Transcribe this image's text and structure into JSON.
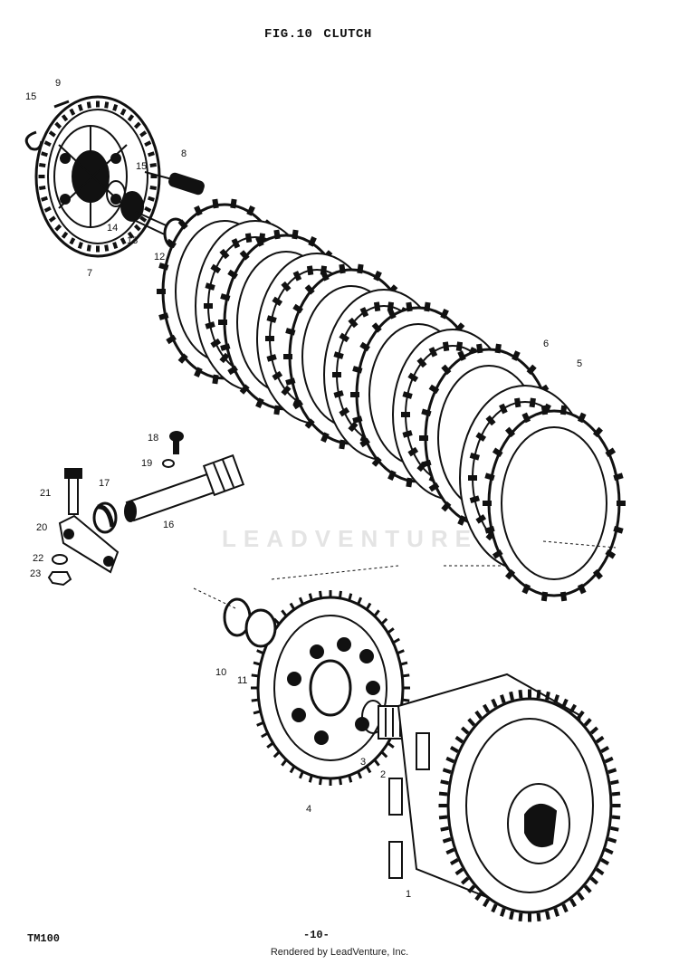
{
  "header": {
    "fig_label": "FIG.10",
    "section_title": "CLUTCH"
  },
  "callouts": [
    {
      "id": "c15a",
      "text": "15"
    },
    {
      "id": "c9",
      "text": "9"
    },
    {
      "id": "c8",
      "text": "8"
    },
    {
      "id": "c15b",
      "text": "15"
    },
    {
      "id": "c14",
      "text": "14"
    },
    {
      "id": "c13",
      "text": "13"
    },
    {
      "id": "c12",
      "text": "12"
    },
    {
      "id": "c7",
      "text": "7"
    },
    {
      "id": "c6",
      "text": "6"
    },
    {
      "id": "c5",
      "text": "5"
    },
    {
      "id": "c18",
      "text": "18"
    },
    {
      "id": "c19",
      "text": "19"
    },
    {
      "id": "c21",
      "text": "21"
    },
    {
      "id": "c17",
      "text": "17"
    },
    {
      "id": "c20",
      "text": "20"
    },
    {
      "id": "c16",
      "text": "16"
    },
    {
      "id": "c22",
      "text": "22"
    },
    {
      "id": "c23",
      "text": "23"
    },
    {
      "id": "c10",
      "text": "10"
    },
    {
      "id": "c11",
      "text": "11"
    },
    {
      "id": "c3",
      "text": "3"
    },
    {
      "id": "c2",
      "text": "2"
    },
    {
      "id": "c4",
      "text": "4"
    },
    {
      "id": "c1",
      "text": "1"
    }
  ],
  "footer": {
    "model": "TM100",
    "page": "-10-",
    "credit": "Rendered by LeadVenture, Inc."
  },
  "watermark": {
    "text": "LEADVENTURE"
  }
}
